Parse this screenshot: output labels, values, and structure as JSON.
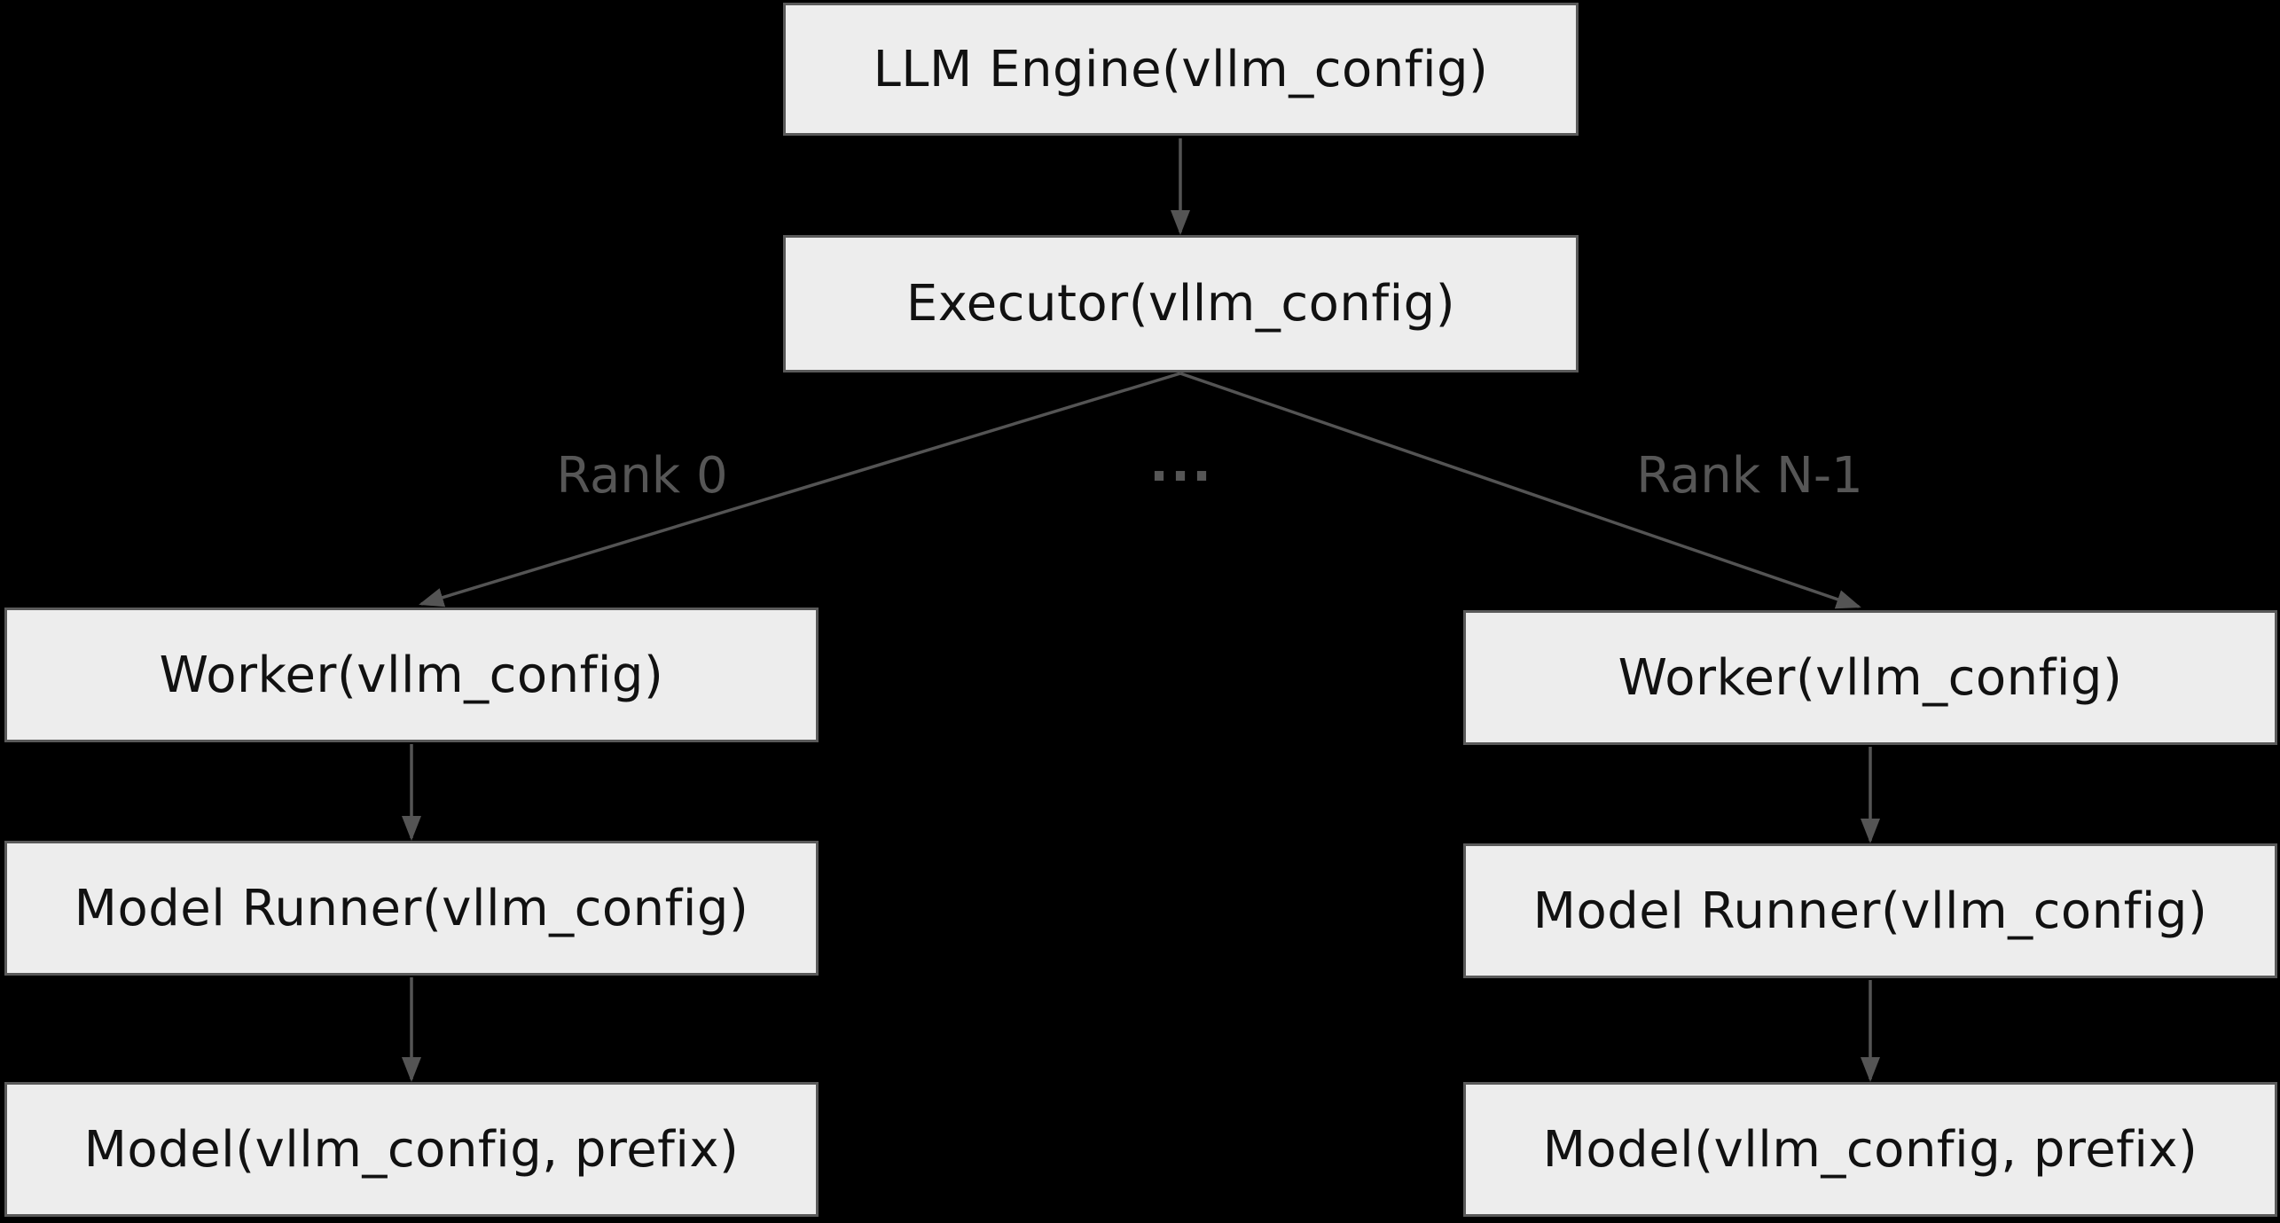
{
  "colors": {
    "background": "#000000",
    "node_fill": "#ededed",
    "node_border": "#5a5a5a",
    "node_text": "#111111",
    "edge_color": "#545454",
    "edge_label_color": "#565656"
  },
  "diagram": {
    "nodes": {
      "llm_engine": "LLM Engine(vllm_config)",
      "executor": "Executor(vllm_config)",
      "worker_0": "Worker(vllm_config)",
      "model_runner_0": "Model Runner(vllm_config)",
      "model_0": "Model(vllm_config, prefix)",
      "worker_n": "Worker(vllm_config)",
      "model_runner_n": "Model Runner(vllm_config)",
      "model_n": "Model(vllm_config, prefix)"
    },
    "edge_labels": {
      "rank_0": "Rank 0",
      "ellipsis": "...",
      "rank_n": "Rank N-1"
    },
    "edges": [
      {
        "from": "llm_engine",
        "to": "executor",
        "label": ""
      },
      {
        "from": "executor",
        "to": "worker_0",
        "label": "Rank 0"
      },
      {
        "from": "executor",
        "to": "worker_n",
        "label": "Rank N-1"
      },
      {
        "from": "worker_0",
        "to": "model_runner_0",
        "label": ""
      },
      {
        "from": "model_runner_0",
        "to": "model_0",
        "label": ""
      },
      {
        "from": "worker_n",
        "to": "model_runner_n",
        "label": ""
      },
      {
        "from": "model_runner_n",
        "to": "model_n",
        "label": ""
      }
    ]
  }
}
